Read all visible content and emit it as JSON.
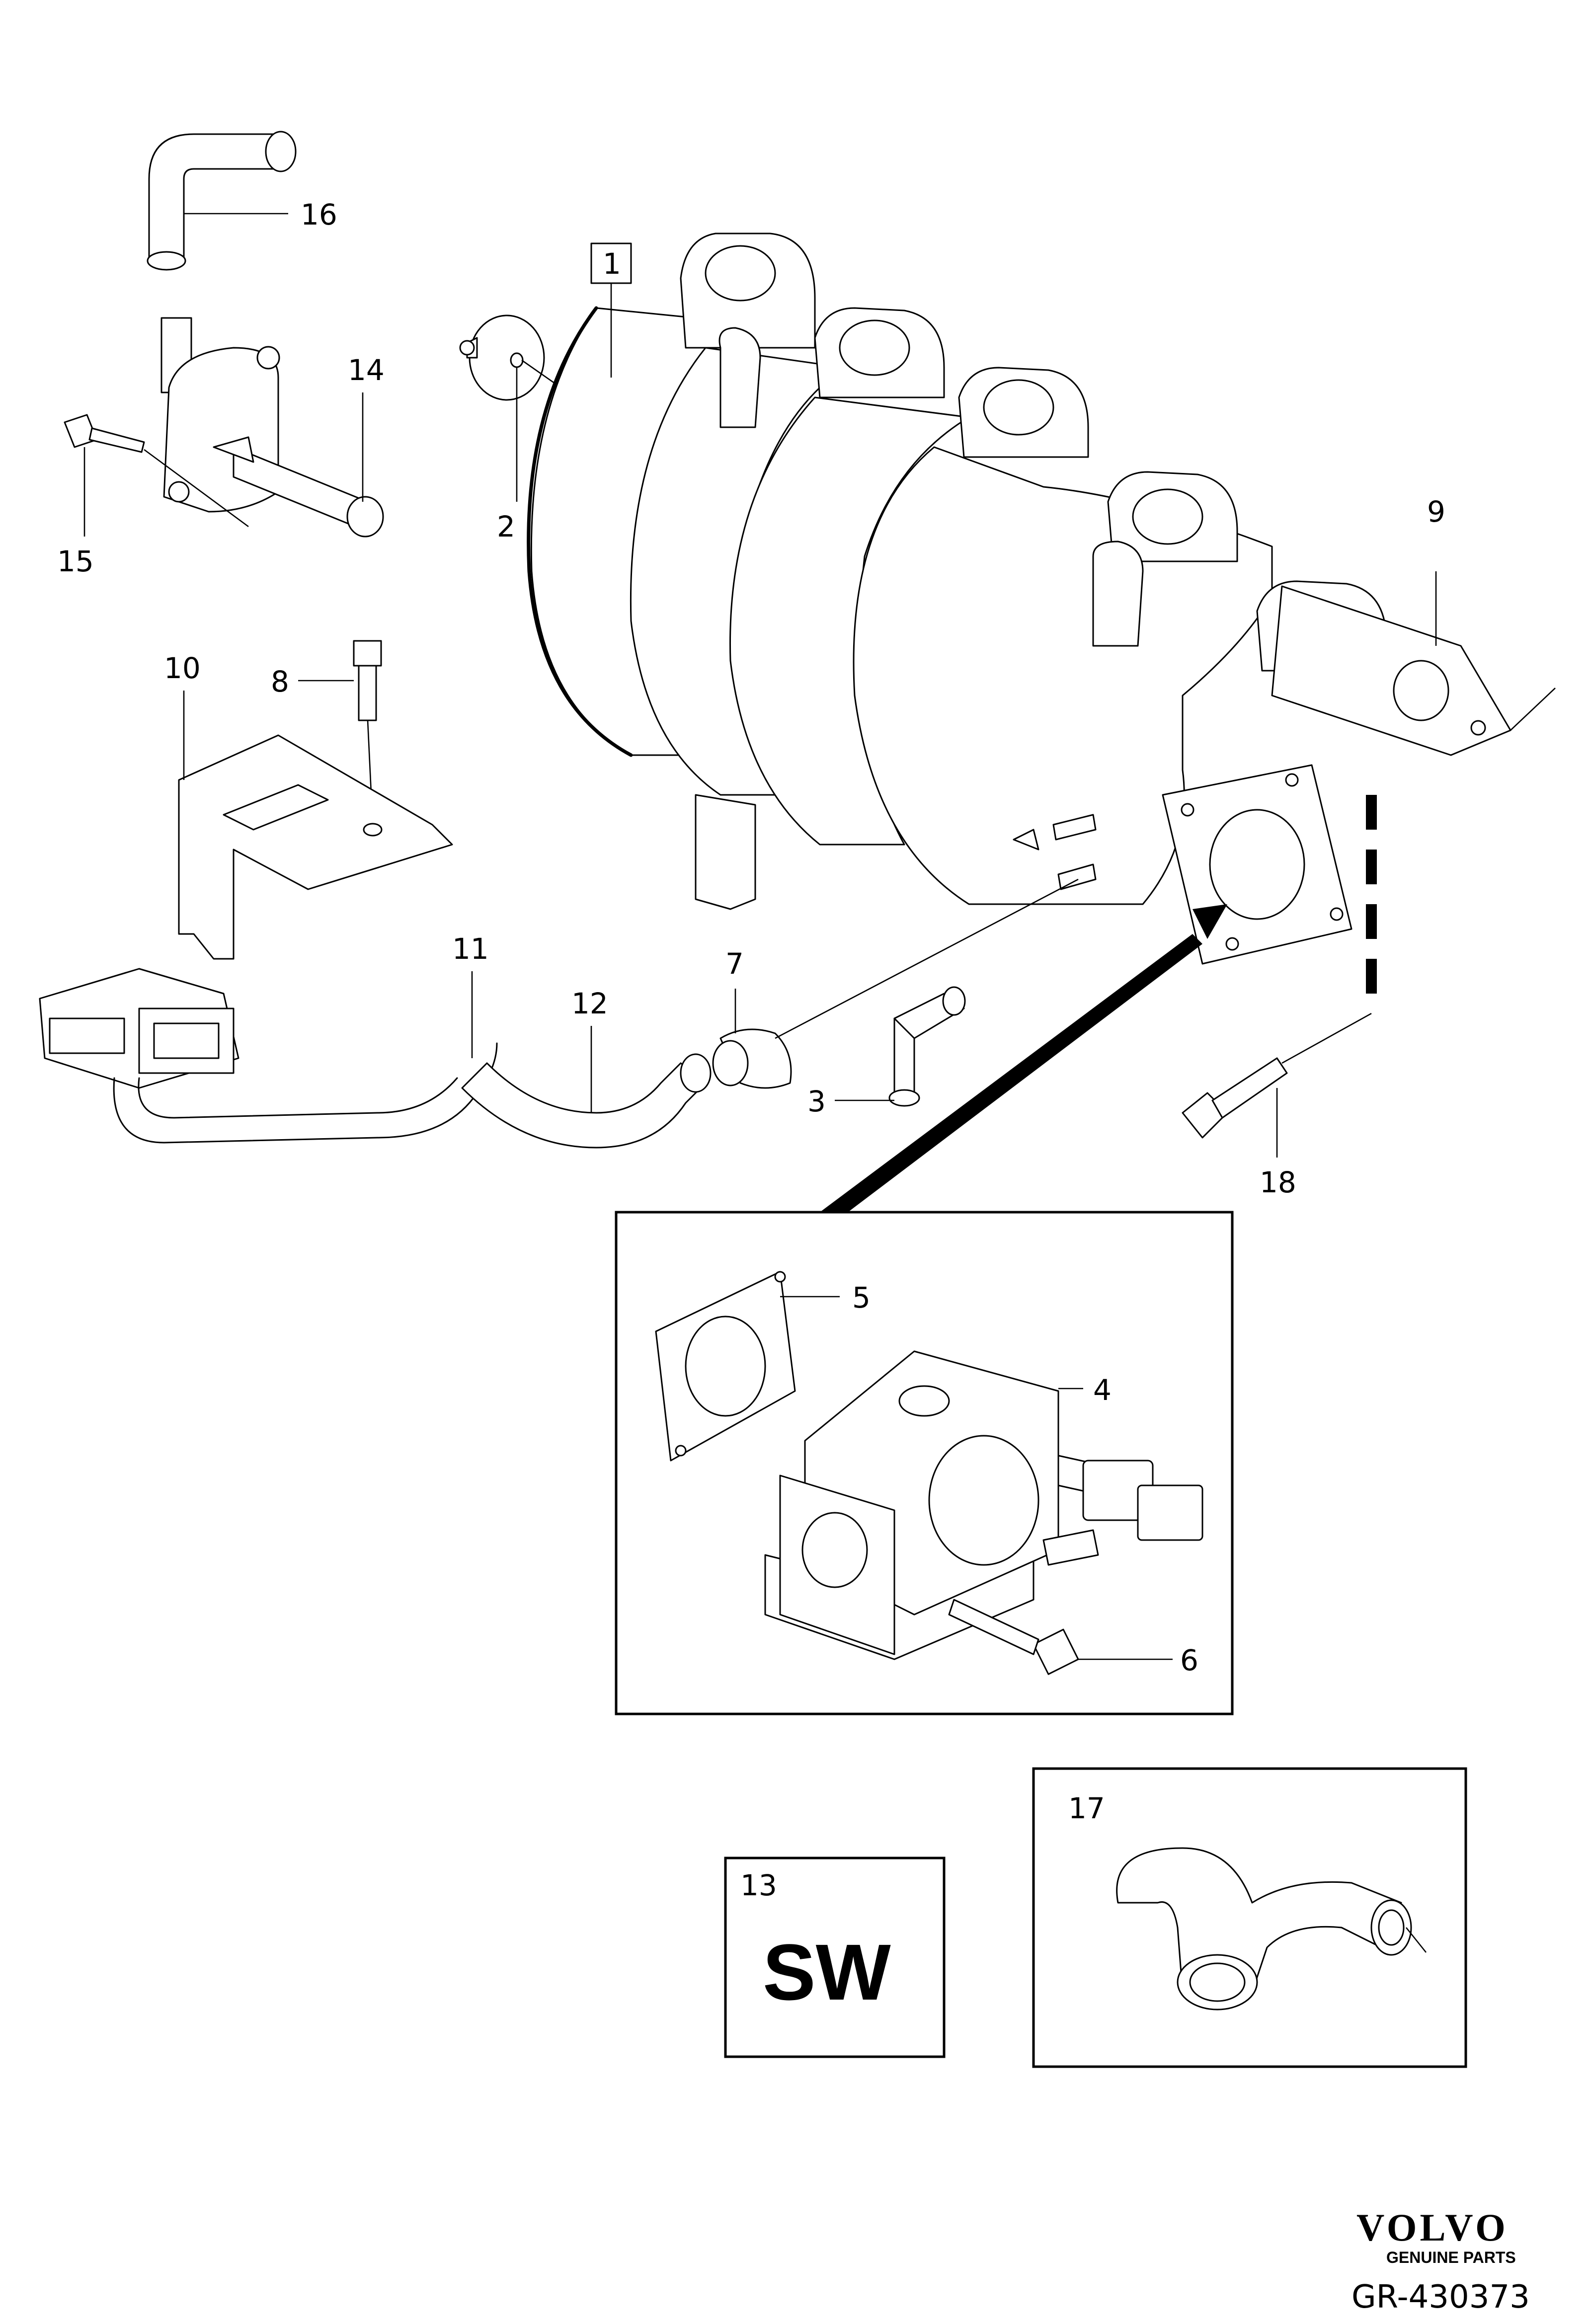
{
  "diagram": {
    "callouts": {
      "c1": "1",
      "c2": "2",
      "c3": "3",
      "c4": "4",
      "c5": "5",
      "c6": "6",
      "c7": "7",
      "c8": "8",
      "c9": "9",
      "c10": "10",
      "c11": "11",
      "c12": "12",
      "c13": "13",
      "c14": "14",
      "c15": "15",
      "c16": "16",
      "c17": "17",
      "c18": "18"
    },
    "sw_label": "SW"
  },
  "brand": {
    "name": "VOLVO",
    "tagline": "GENUINE PARTS"
  },
  "reference": "GR-430373"
}
